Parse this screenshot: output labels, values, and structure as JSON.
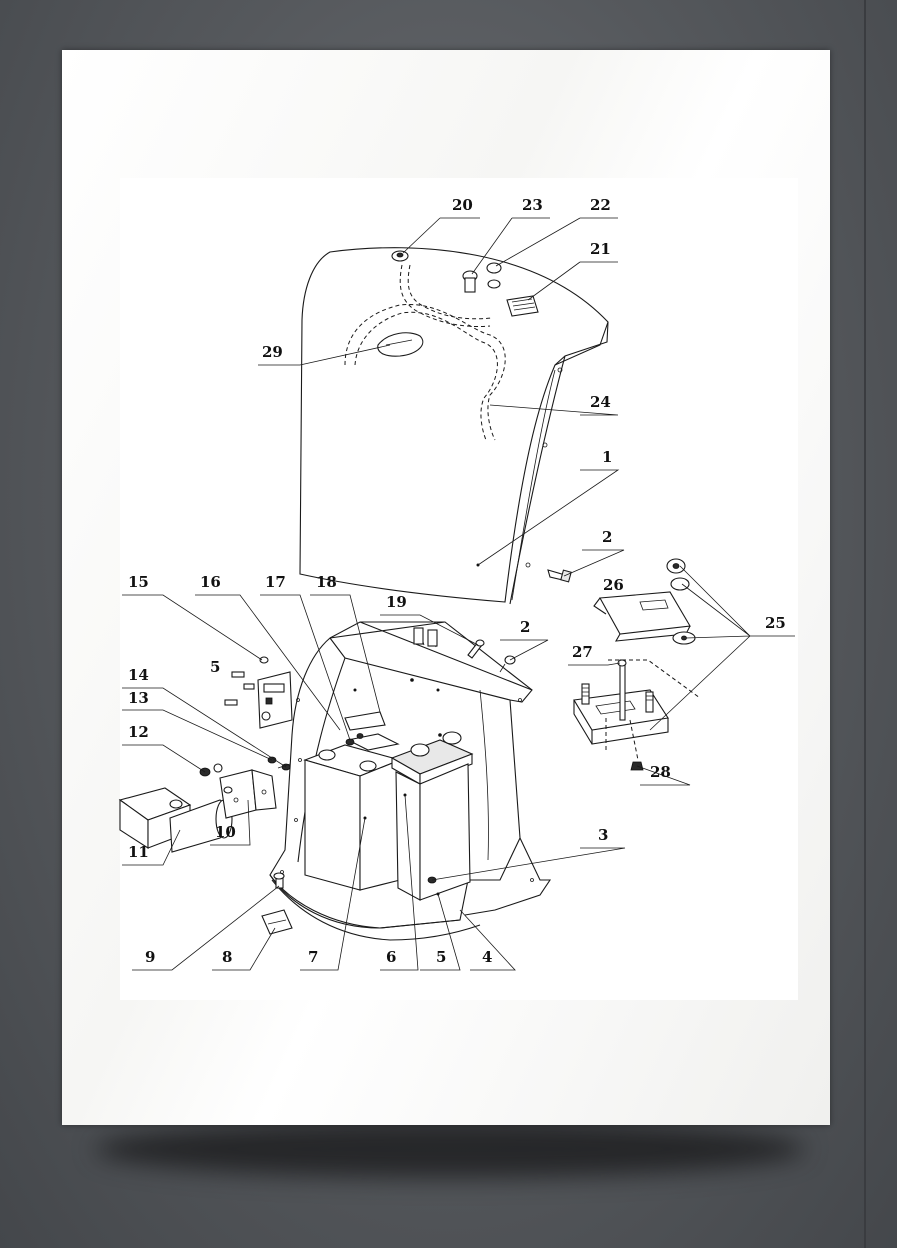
{
  "figure": {
    "type": "exploded-parts-diagram",
    "callouts": [
      {
        "id": "c20",
        "label": "20"
      },
      {
        "id": "c23",
        "label": "23"
      },
      {
        "id": "c22",
        "label": "22"
      },
      {
        "id": "c21",
        "label": "21"
      },
      {
        "id": "c29",
        "label": "29"
      },
      {
        "id": "c24",
        "label": "24"
      },
      {
        "id": "c1",
        "label": "1"
      },
      {
        "id": "c2a",
        "label": "2"
      },
      {
        "id": "c26",
        "label": "26"
      },
      {
        "id": "c25",
        "label": "25"
      },
      {
        "id": "c15",
        "label": "15"
      },
      {
        "id": "c16",
        "label": "16"
      },
      {
        "id": "c17",
        "label": "17"
      },
      {
        "id": "c18",
        "label": "18"
      },
      {
        "id": "c19",
        "label": "19"
      },
      {
        "id": "c2b",
        "label": "2"
      },
      {
        "id": "c27",
        "label": "27"
      },
      {
        "id": "c5a",
        "label": "5"
      },
      {
        "id": "c14",
        "label": "14"
      },
      {
        "id": "c13",
        "label": "13"
      },
      {
        "id": "c12",
        "label": "12"
      },
      {
        "id": "c28",
        "label": "28"
      },
      {
        "id": "c11",
        "label": "11"
      },
      {
        "id": "c10",
        "label": "10"
      },
      {
        "id": "c3",
        "label": "3"
      },
      {
        "id": "c9",
        "label": "9"
      },
      {
        "id": "c8",
        "label": "8"
      },
      {
        "id": "c7",
        "label": "7"
      },
      {
        "id": "c6",
        "label": "6"
      },
      {
        "id": "c5b",
        "label": "5"
      },
      {
        "id": "c4",
        "label": "4"
      }
    ]
  }
}
